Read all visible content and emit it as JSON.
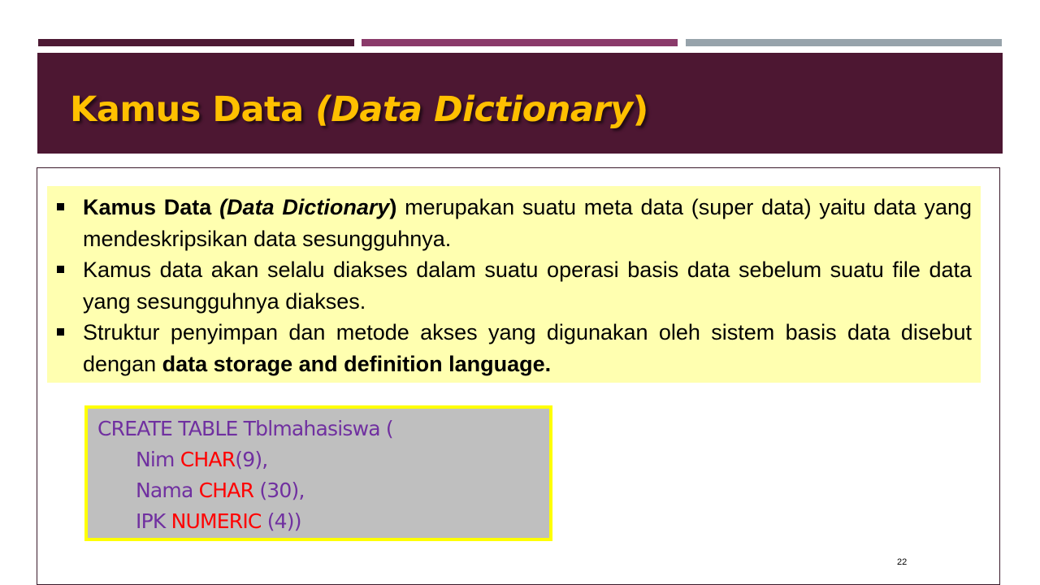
{
  "colors": {
    "stripe_1": "#4d1934",
    "stripe_2": "#8a3a6a",
    "stripe_3": "#97a3ab",
    "title_bar": "#4d1732",
    "title_text": "#ffc000",
    "highlight_panel": "#ffffb0",
    "code_background": "#bfbfbf",
    "code_border": "#ffff00",
    "code_text": "#7030a0",
    "code_keyword": "#ff0000"
  },
  "slide": {
    "title_main": "Kamus Data ",
    "title_italic": "(Data Dictionary",
    "title_close": ")",
    "page_number": "22"
  },
  "bullets": [
    {
      "bold": "Kamus Data ",
      "bold_italic": "(Data Dictionary",
      "bold_close": ")",
      "text": " merupakan suatu meta data (super data) yaitu data yang mendeskripsikan data sesungguhnya."
    },
    {
      "text": "Kamus data akan selalu diakses dalam suatu operasi basis data sebelum suatu file data yang sesungguhnya diakses."
    },
    {
      "text": "Struktur penyimpan dan metode akses yang digunakan oleh sistem basis data disebut dengan ",
      "bold": "data storage and definition language."
    }
  ],
  "code": {
    "line_1": "CREATE TABLE Tblmahasiswa (",
    "line_2_name": "Nim ",
    "line_2_type": "CHAR",
    "line_2_rest": "(9),",
    "line_3_name": "Nama ",
    "line_3_type": "CHAR",
    "line_3_rest": " (30),",
    "line_4_name": "IPK ",
    "line_4_type": "NUMERIC",
    "line_4_rest": " (4))"
  }
}
